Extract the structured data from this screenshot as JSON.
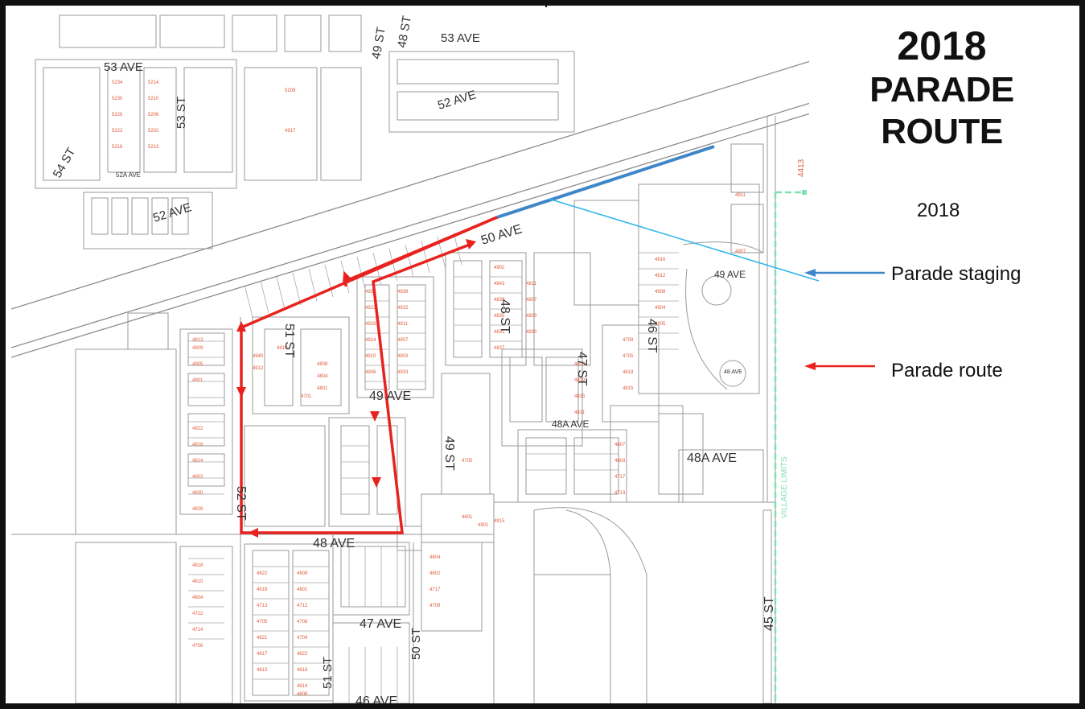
{
  "title": {
    "year": "2018",
    "main": "PARADE ROUTE"
  },
  "legend": {
    "year": "2018",
    "staging_label": "Parade staging",
    "route_label": "Parade route",
    "staging_color": "#3f86c8",
    "route_color": "#e8231f"
  },
  "colors": {
    "parcel_line": "#9a9a9a",
    "lot_number": "#e05a3a",
    "village_limits": "#7fe0b0",
    "street_label": "#333333"
  },
  "streets": {
    "ave_53": "53 AVE",
    "ave_53_top": "53 AVE",
    "ave_52": "52 AVE",
    "ave_52_east": "52 AVE",
    "ave_52a": "52A AVE",
    "ave_50": "50 AVE",
    "ave_49": "49 AVE",
    "ave_49_east": "49 AVE",
    "ave_48a": "48A AVE",
    "ave_48a_east": "48A AVE",
    "ave_48": "48 AVE",
    "ave_47": "47 AVE",
    "ave_46": "46 AVE",
    "st_54": "54 ST",
    "st_53": "53 ST",
    "st_52": "52 ST",
    "st_51": "51 ST",
    "st_51_south": "51 ST",
    "st_50": "50 ST",
    "st_49": "49 ST",
    "st_49_north": "49 ST",
    "st_48": "48 ST",
    "st_48_north": "48 ST",
    "st_47": "47 ST",
    "st_46": "46 ST",
    "st_45": "45 ST",
    "village_limits": "VILLAGE LIMITS",
    "hwy_marker": "4413",
    "cul_de_sac": "48 AVE"
  },
  "lot_numbers": [
    "5234",
    "5230",
    "5226",
    "5222",
    "5218",
    "5214",
    "5210",
    "5206",
    "5202",
    "5213",
    "5209",
    "4917",
    "4913",
    "4909",
    "4905",
    "4901",
    "4922",
    "4918",
    "4914",
    "4902",
    "4830",
    "4826",
    "4818",
    "4810",
    "4804",
    "4722",
    "4714",
    "4706",
    "4622",
    "4618",
    "4713",
    "4705",
    "4621",
    "4617",
    "4613",
    "4609",
    "4601",
    "4712",
    "4708",
    "4704",
    "4622",
    "4618",
    "4614",
    "4608",
    "4604",
    "4602",
    "4717",
    "4709",
    "4705",
    "4701",
    "4819",
    "4940",
    "4912",
    "4808",
    "4804",
    "4801",
    "4939",
    "4915",
    "4911",
    "4907",
    "4903",
    "4933",
    "4926",
    "4922",
    "4918",
    "4914",
    "4910",
    "4906",
    "4902",
    "4843",
    "4839",
    "4835",
    "4831",
    "4827",
    "4823",
    "4819",
    "4815",
    "4811",
    "4807",
    "4803",
    "4717",
    "4713",
    "4709",
    "4705",
    "4819",
    "4815",
    "4811",
    "4807",
    "4803",
    "4920",
    "4916",
    "4912",
    "4908",
    "4904",
    "4905",
    "4901",
    "4601",
    "4915",
    "4911",
    "4907"
  ]
}
